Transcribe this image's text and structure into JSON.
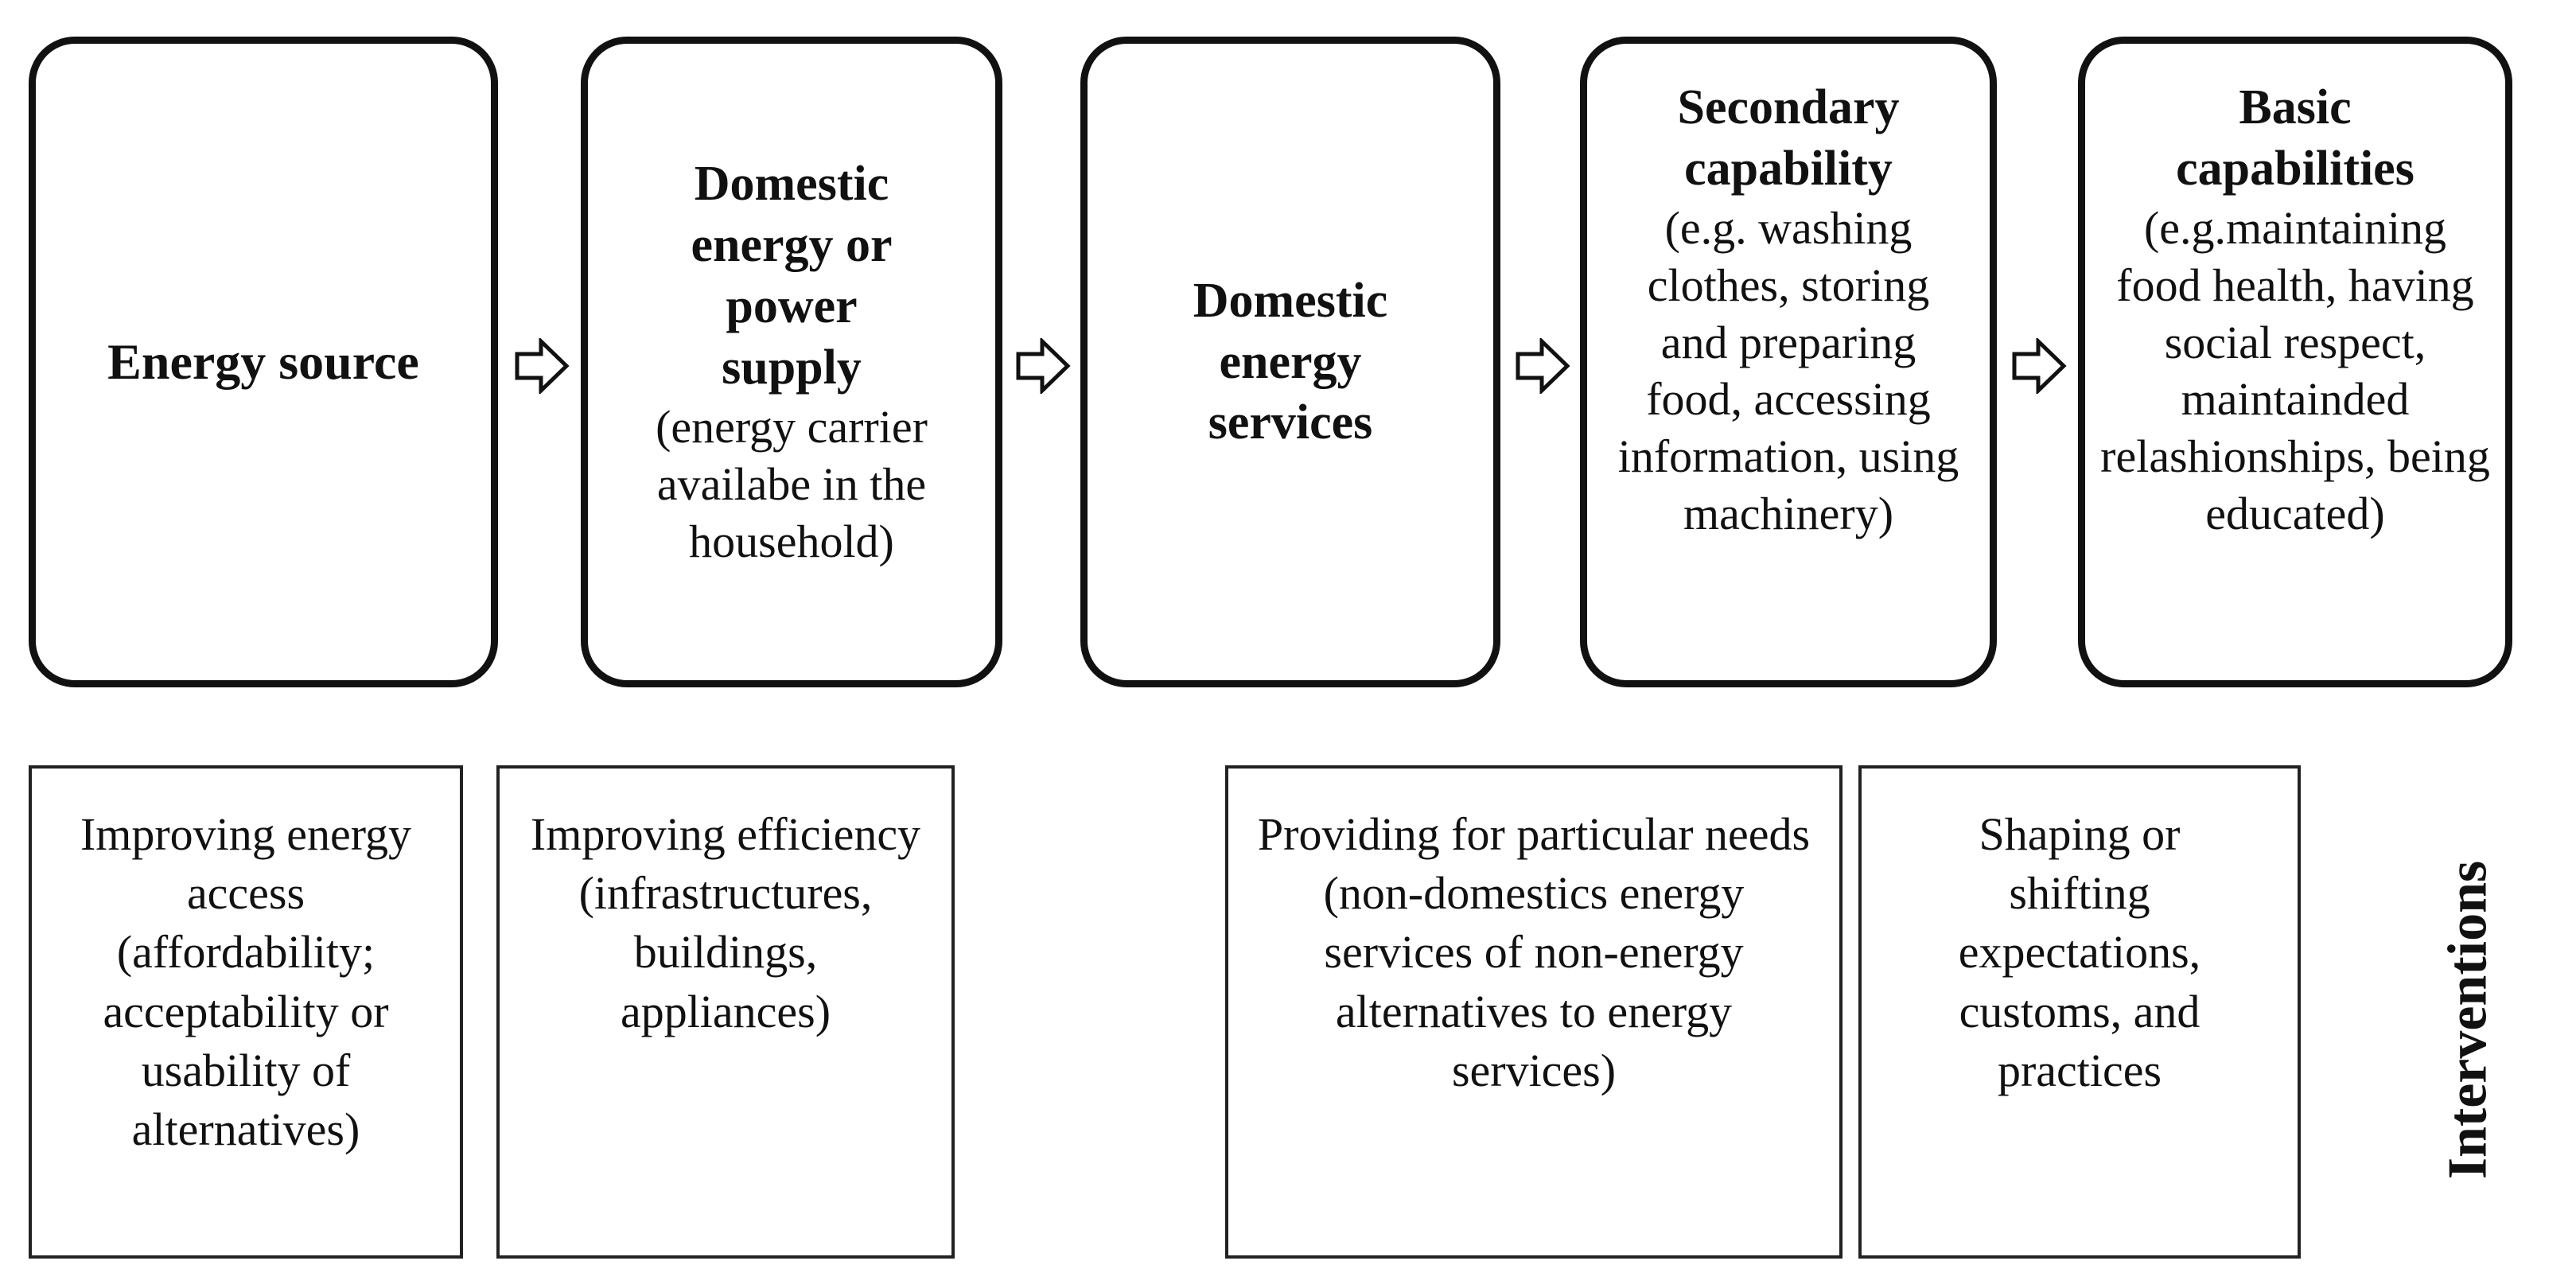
{
  "stages": [
    {
      "title": "Energy source",
      "description": ""
    },
    {
      "title": "Domestic energy or power supply",
      "description": "(energy carrier availabe in the household)"
    },
    {
      "title": "Domestic energy services",
      "description": ""
    },
    {
      "title": "Secondary capability",
      "description": "(e.g. washing clothes, storing and preparing food, accessing information, using machinery)"
    },
    {
      "title": "Basic capabilities",
      "description": "(e.g.maintaining food health, having social respect, maintainded relashionships, being educated)"
    }
  ],
  "interventions": [
    {
      "text": "Improving energy access (affordability; acceptability or usability of alternatives)"
    },
    {
      "text": "Improving efficiency (infrastructures, buildings, appliances)"
    },
    {
      "text": "Providing for particular needs (non-domestics energy services of non-energy alternatives to energy services)"
    },
    {
      "text": "Shaping or shifting expectations, customs, and practices"
    }
  ],
  "interventions_label": "Interventions"
}
